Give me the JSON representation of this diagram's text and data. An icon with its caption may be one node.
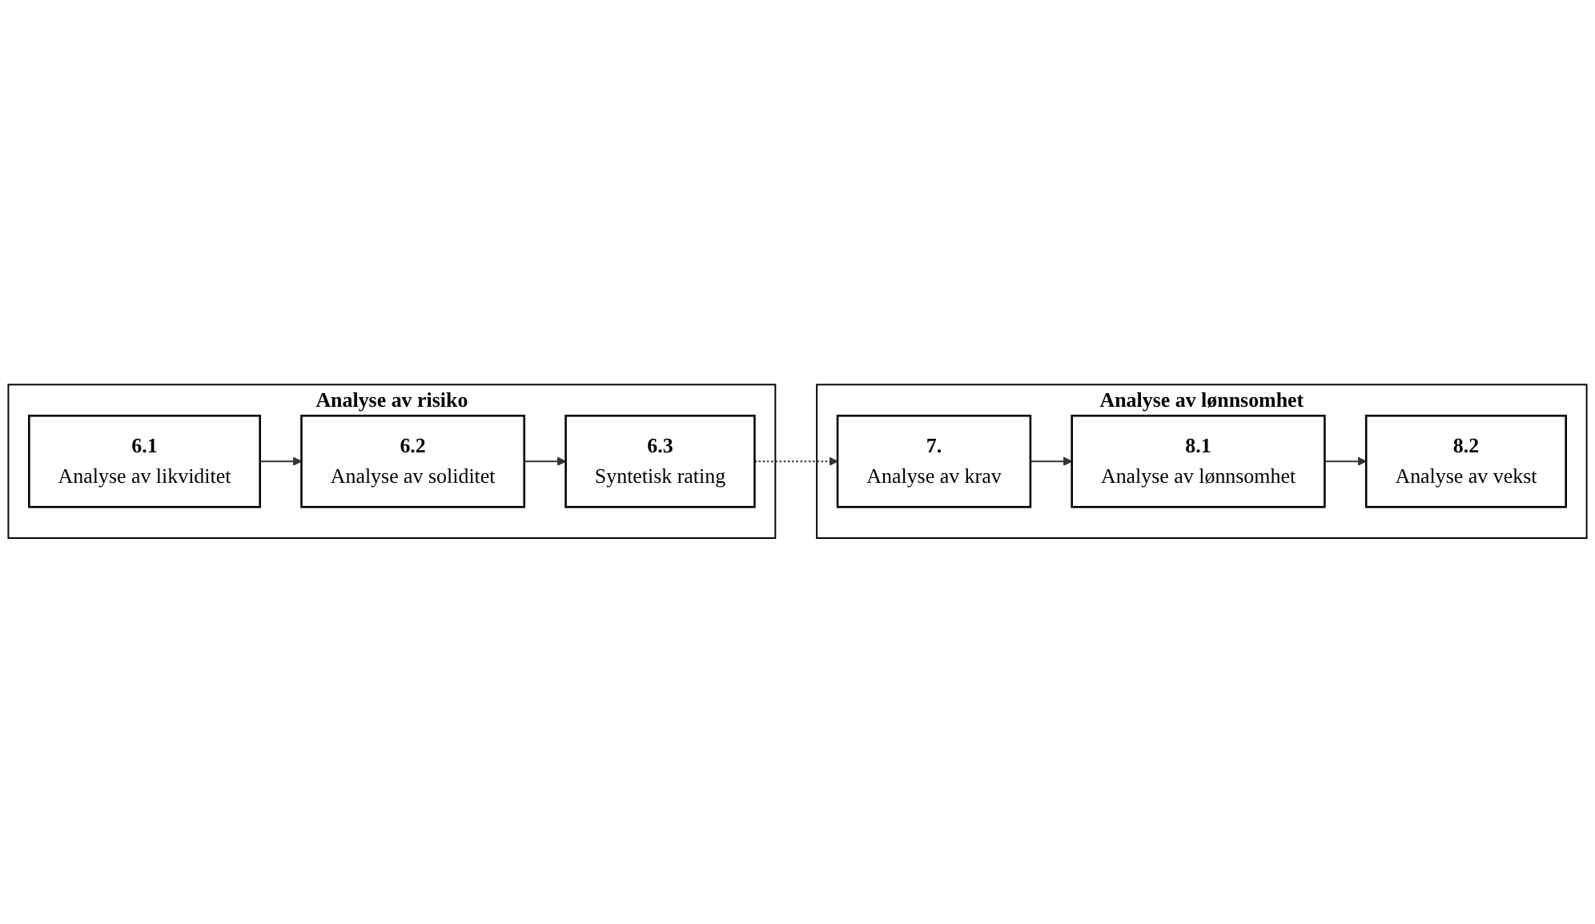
{
  "diagram": {
    "nodes": [
      {
        "text": [
          "Analyse av risiko"
        ]
      },
      {
        "text": [
          "6.1",
          "Analyse av likviditet"
        ],
        "in": 0
      },
      {
        "text": [
          "6.2",
          "Analyse av soliditet"
        ],
        "in": 0
      },
      {
        "text": [
          "6.3",
          "Syntetisk rating"
        ],
        "in": 0
      },
      {
        "text": [
          "Analyse av lønnsomhet"
        ]
      },
      {
        "text": [
          "7.",
          "Analyse av krav"
        ],
        "in": 4
      },
      {
        "text": [
          "8.1",
          "Analyse av lønnsomhet"
        ],
        "in": 4
      },
      {
        "text": [
          "8.2",
          "Analyse av vekst"
        ],
        "in": 4
      }
    ],
    "edges": [
      {
        "from": 1,
        "to": 2,
        "arrow": "to"
      },
      {
        "from": 2,
        "to": 3,
        "arrow": "to"
      },
      {
        "from": 3,
        "to": 5,
        "arrow": "to",
        "style": "dashed"
      },
      {
        "from": 5,
        "to": 6,
        "arrow": "to"
      },
      {
        "from": 6,
        "to": 7,
        "arrow": "to"
      }
    ]
  }
}
